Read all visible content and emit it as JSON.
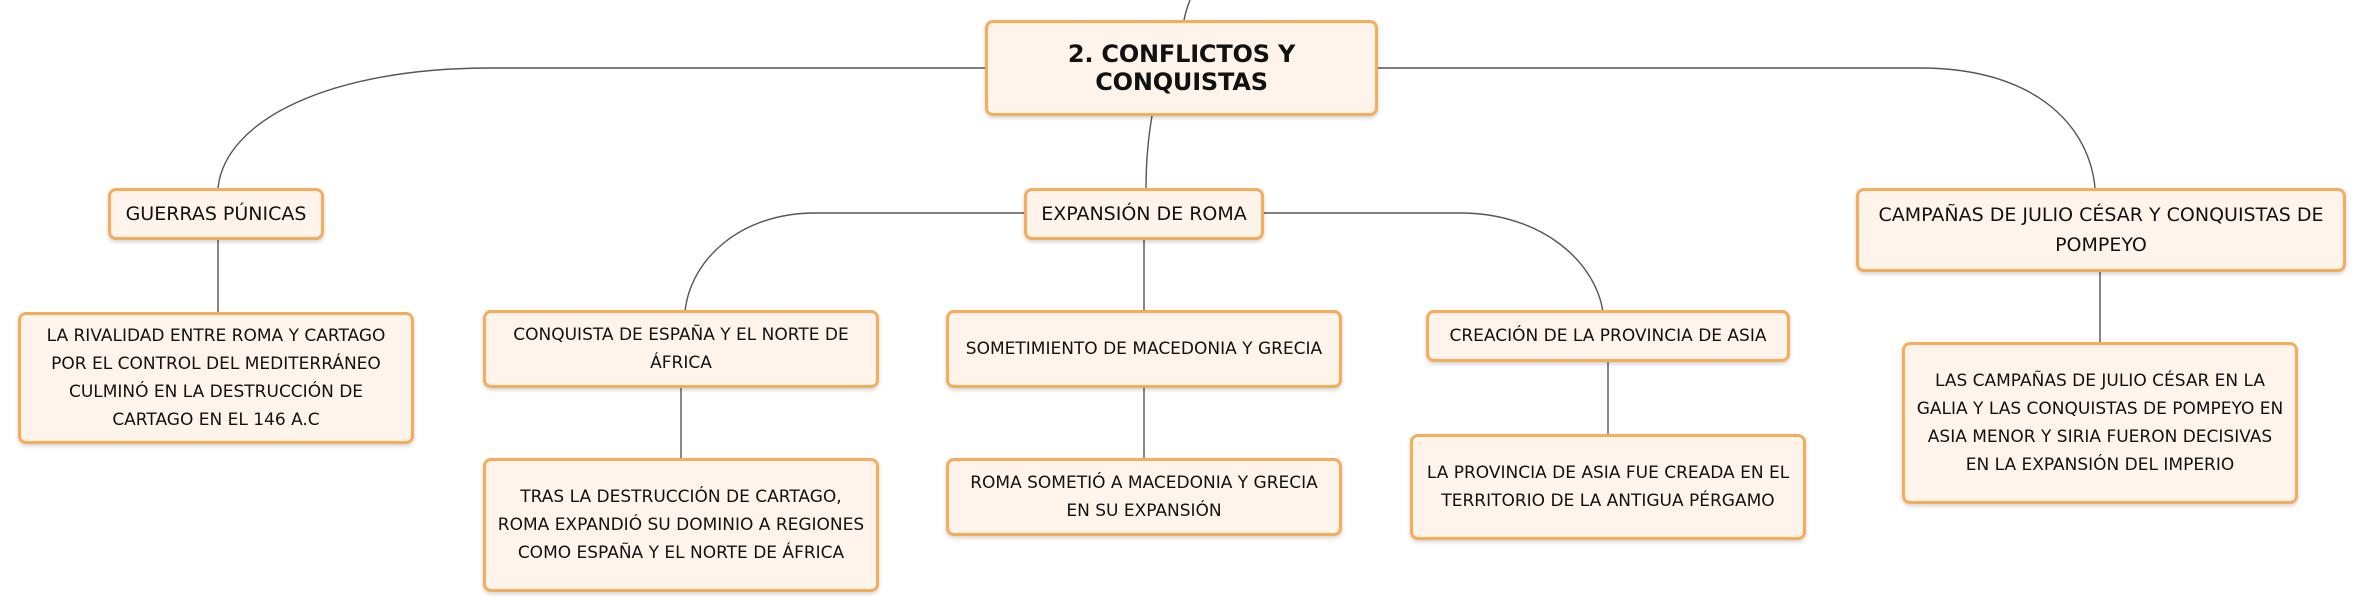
{
  "diagram": {
    "root": {
      "label": "2. CONFLICTOS Y CONQUISTAS"
    },
    "branches": {
      "punicas": {
        "label": "GUERRAS PÚNICAS",
        "detail": "LA RIVALIDAD ENTRE ROMA Y CARTAGO POR EL CONTROL DEL MEDITERRÁNEO CULMINÓ EN LA DESTRUCCIÓN DE CARTAGO EN EL 146 A.C"
      },
      "expansion": {
        "label": "EXPANSIÓN DE ROMA",
        "children": {
          "espana": {
            "label": "CONQUISTA DE ESPAÑA Y EL NORTE DE ÁFRICA",
            "detail": "TRAS LA DESTRUCCIÓN DE CARTAGO, ROMA EXPANDIÓ SU DOMINIO A REGIONES COMO ESPAÑA Y EL NORTE DE ÁFRICA"
          },
          "macedonia": {
            "label": "SOMETIMIENTO DE MACEDONIA Y GRECIA",
            "detail": "ROMA SOMETIÓ A MACEDONIA Y GRECIA EN SU EXPANSIÓN"
          },
          "asia": {
            "label": "CREACIÓN DE LA PROVINCIA DE ASIA",
            "detail": "LA PROVINCIA DE ASIA FUE CREADA EN EL TERRITORIO DE LA ANTIGUA PÉRGAMO"
          }
        }
      },
      "cesar": {
        "label": "CAMPAÑAS DE JULIO CÉSAR Y CONQUISTAS DE POMPEYO",
        "detail": "LAS CAMPAÑAS DE JULIO CÉSAR EN LA GALIA Y LAS CONQUISTAS DE POMPEYO EN ASIA MENOR Y SIRIA FUERON DECISIVAS EN LA EXPANSIÓN DEL IMPERIO"
      }
    },
    "colors": {
      "node_fill": "#fff4ec",
      "node_border": "#f5ad5b",
      "connector": "#555555",
      "text": "#111111"
    }
  }
}
